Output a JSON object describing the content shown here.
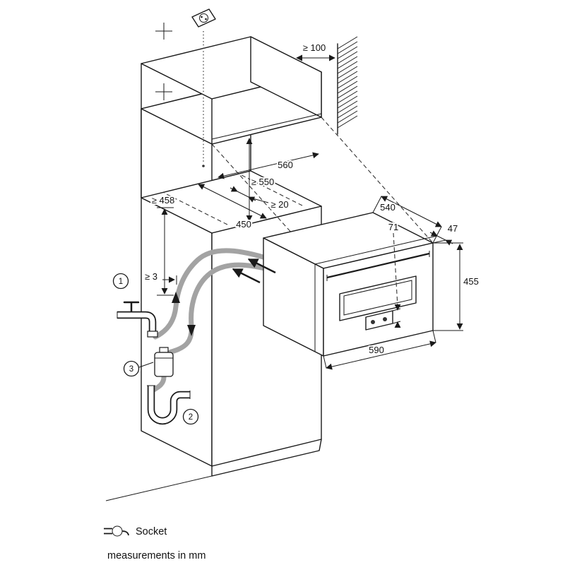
{
  "page": {
    "background": "#ffffff",
    "ink": "#1a1a1a",
    "hose_color": "#a3a3a3"
  },
  "legend": {
    "socket_label": "Socket",
    "units_note": "measurements in mm"
  },
  "callouts": {
    "c1": "1",
    "c2": "2",
    "c3": "3"
  },
  "dimensions": {
    "wall_clearance": "≥ 100",
    "niche_width": "560",
    "niche_depth": "≥ 550",
    "rear_gap": "≥ 20",
    "niche_height": "450",
    "min_height": "≥ 458",
    "side_gap": "≥ 3",
    "appliance_depth": "540",
    "control_panel_height": "71",
    "door_depth": "47",
    "appliance_height": "455",
    "appliance_width": "590"
  }
}
